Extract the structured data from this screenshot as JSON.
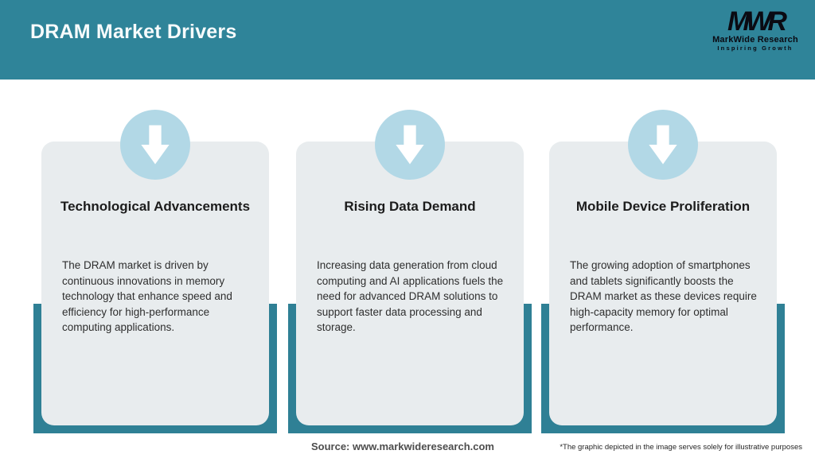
{
  "header": {
    "title": "DRAM Market Drivers"
  },
  "logo": {
    "monogram": "MWR",
    "name": "MarkWide Research",
    "tagline": "Inspiring Growth"
  },
  "cards": [
    {
      "icon": "down-arrow-icon",
      "title": "Technological Advancements",
      "body": "The DRAM market is driven by continuous innovations in memory technology that enhance speed and efficiency for high-performance computing applications."
    },
    {
      "icon": "down-arrow-icon",
      "title": "Rising Data Demand",
      "body": "Increasing data generation from cloud computing and AI applications fuels the need for advanced DRAM solutions to support faster data processing and storage."
    },
    {
      "icon": "down-arrow-icon",
      "title": "Mobile Device Proliferation",
      "body": "The growing adoption of smartphones and tablets significantly boosts the DRAM market as these devices require high-capacity memory for optimal performance."
    }
  ],
  "footer": {
    "source": "Source: www.markwideresearch.com",
    "disclaimer": "*The graphic depicted in the image serves solely for illustrative purposes"
  },
  "colors": {
    "header_teal": "#2f8499",
    "backdrop_teal": "#2f8095",
    "circle_blue": "#b2d8e6",
    "card_gray": "#e8ecee"
  }
}
